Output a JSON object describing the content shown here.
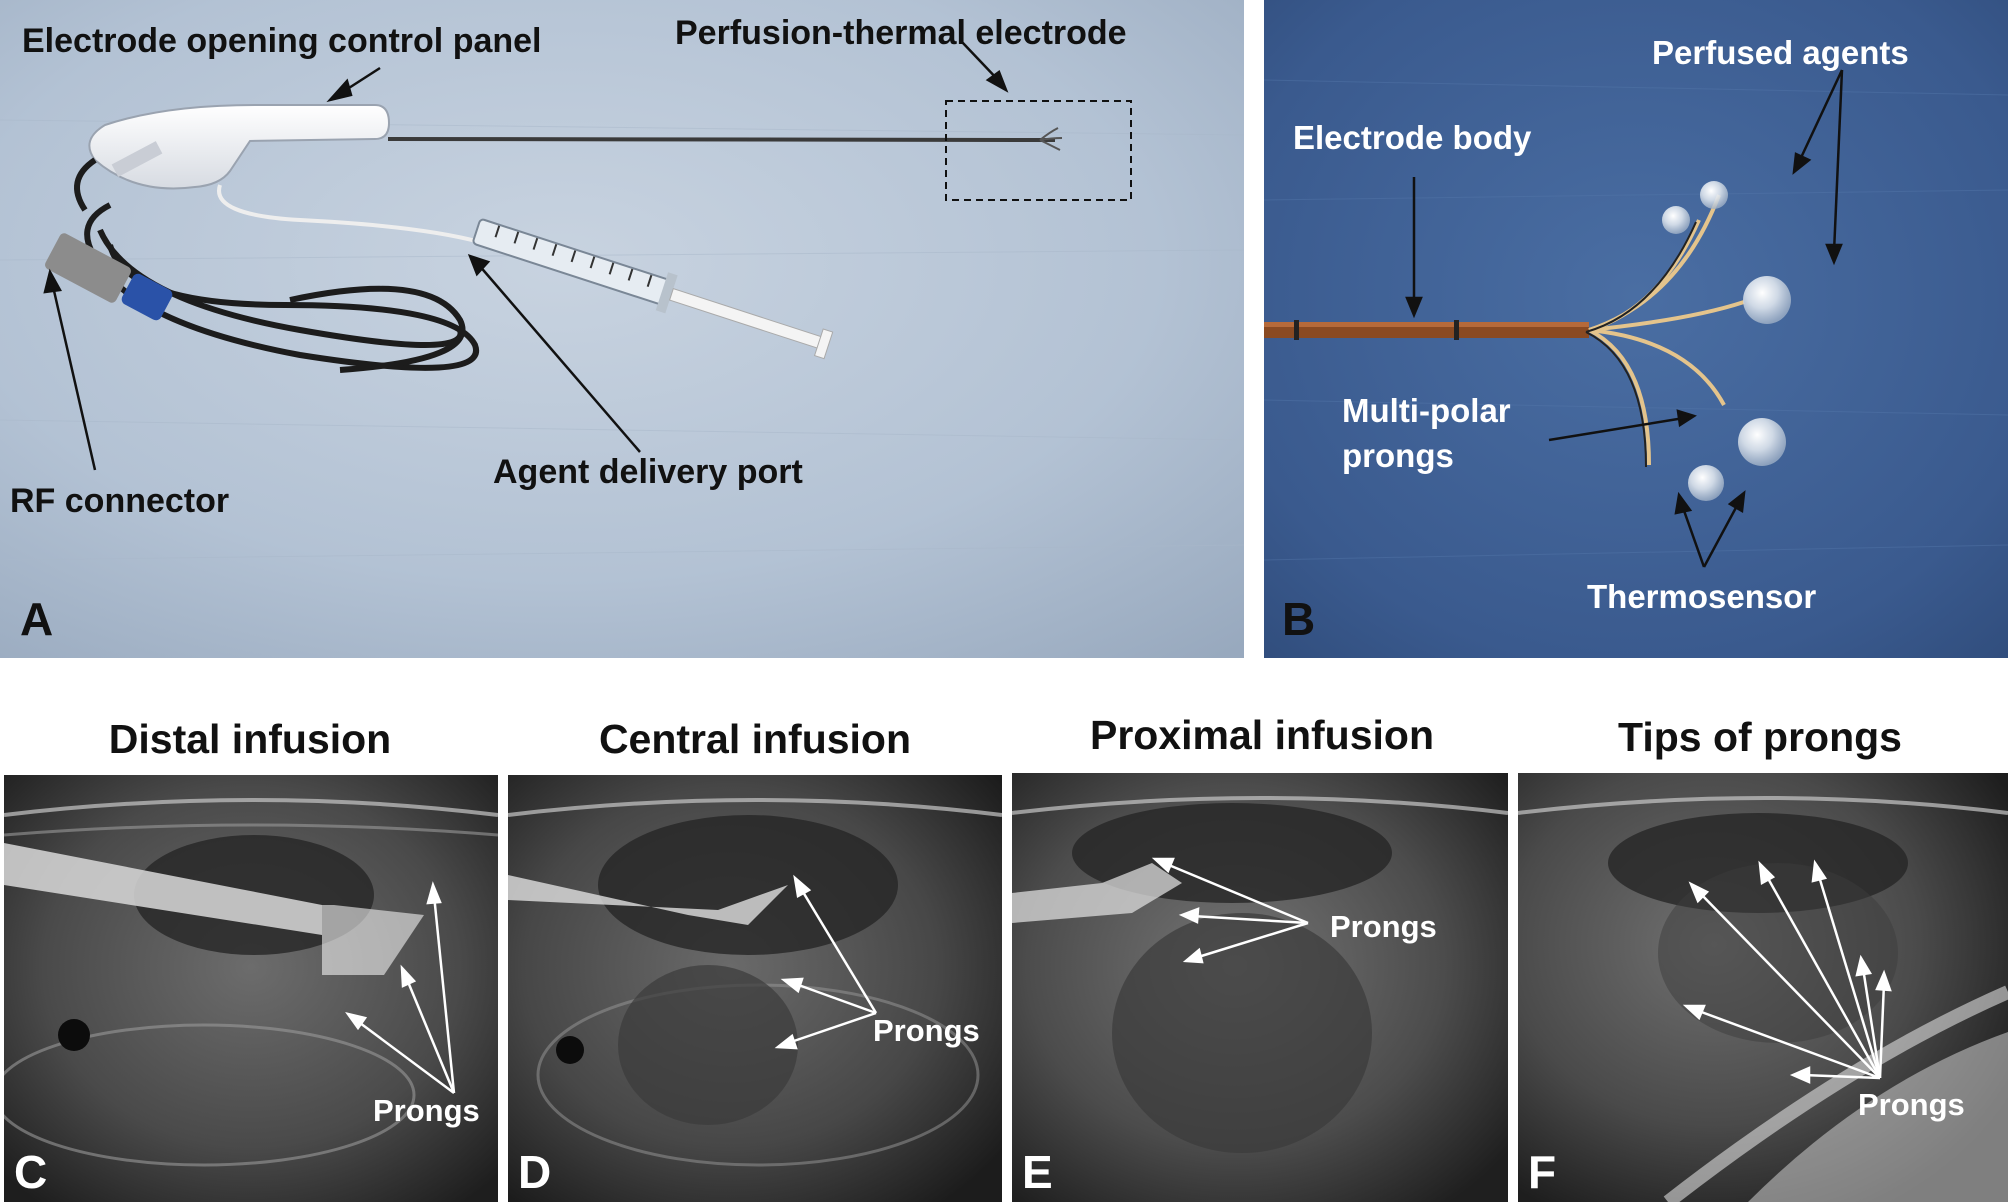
{
  "panel_a": {
    "letter": "A",
    "labels": {
      "control_panel": "Electrode opening control panel",
      "electrode": "Perfusion-thermal electrode",
      "rf_connector": "RF connector",
      "delivery_port": "Agent delivery port"
    }
  },
  "panel_b": {
    "letter": "B",
    "labels": {
      "perfused_agents": "Perfused agents",
      "electrode_body": "Electrode body",
      "prongs_line1": "Multi-polar",
      "prongs_line2": "prongs",
      "thermosensor": "Thermosensor"
    }
  },
  "ultrasound": [
    {
      "title": "Distal infusion",
      "letter": "C",
      "label": "Prongs"
    },
    {
      "title": "Central infusion",
      "letter": "D",
      "label": "Prongs"
    },
    {
      "title": "Proximal infusion",
      "letter": "E",
      "label": "Prongs"
    },
    {
      "title": "Tips of prongs",
      "letter": "F",
      "label": "Prongs"
    }
  ],
  "colors": {
    "drape": "#b9c6d6",
    "drape_b": "#3d5f93",
    "ultrasound_bg": "#2b2b2b",
    "arrow_dark": "#111111",
    "arrow_light": "#ffffff"
  }
}
